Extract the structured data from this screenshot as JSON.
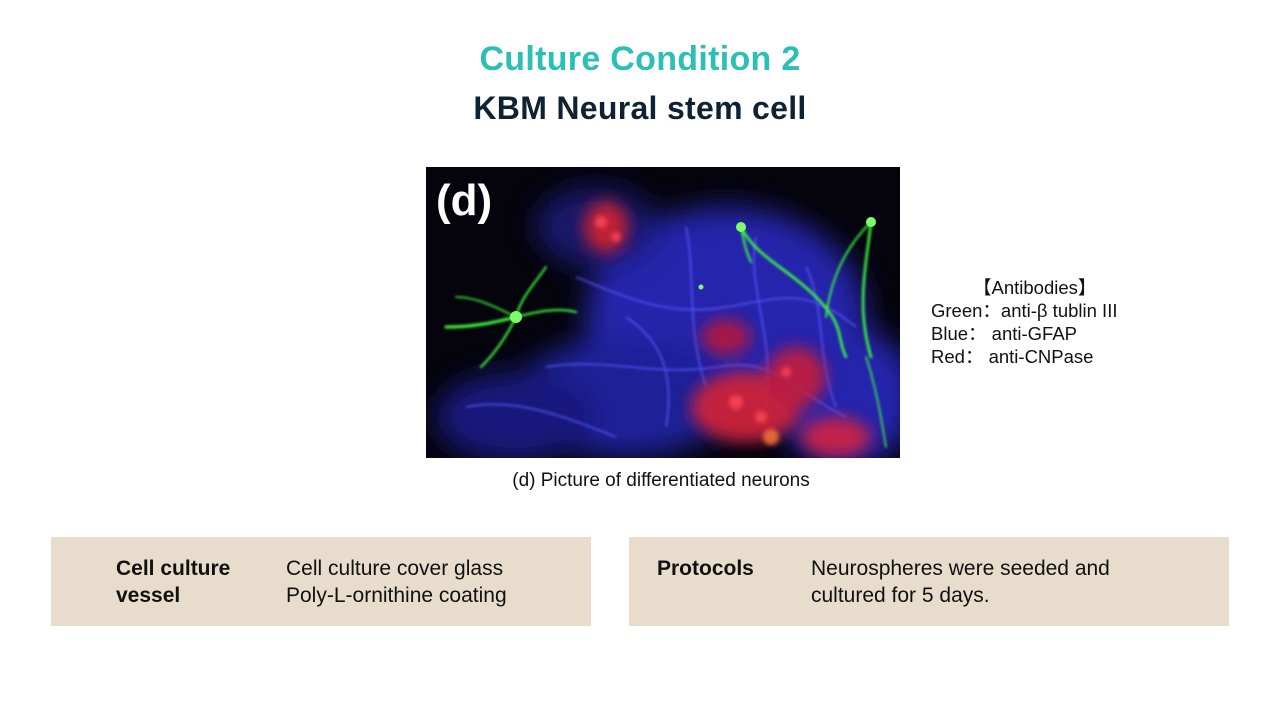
{
  "header": {
    "title": "Culture Condition 2",
    "subtitle": "KBM Neural stem cell"
  },
  "figure": {
    "panel_letter": "(d)",
    "caption": "(d) Picture of differentiated neurons"
  },
  "antibodies": {
    "heading": "【Antibodies】",
    "lines": [
      "Green：anti-β tublin III",
      "Blue： anti-GFAP",
      "Red： anti-CNPase"
    ]
  },
  "culture_vessel": {
    "label_lines": [
      "Cell culture",
      "vessel"
    ],
    "value_lines": [
      "Cell culture cover glass",
      "Poly-L-ornithine coating"
    ]
  },
  "protocols": {
    "label": "Protocols",
    "value_lines": [
      "Neurospheres were seeded and",
      "cultured for 5 days."
    ]
  },
  "colors": {
    "title": "#2bbfb5",
    "subtitle": "#0f2233",
    "box_background": "#e8ddcc",
    "stain_green": "#3cff3c",
    "stain_blue": "#3a3cff",
    "stain_red": "#ff2a3a"
  }
}
